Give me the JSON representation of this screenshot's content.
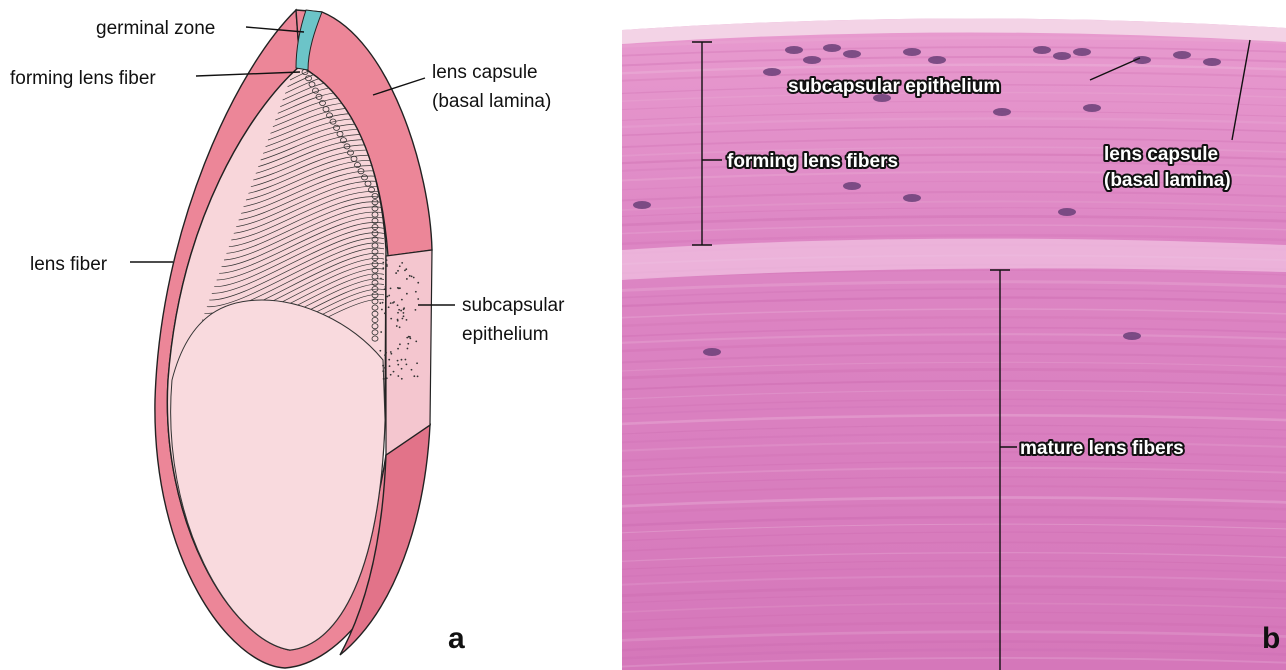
{
  "panel_a": {
    "labels": {
      "germinal_zone": "germinal zone",
      "forming_lens_fiber": "forming lens fiber",
      "lens_capsule_1": "lens capsule",
      "lens_capsule_2": "(basal lamina)",
      "lens_fiber": "lens fiber",
      "subcapsular_1": "subcapsular",
      "subcapsular_2": "epithelium"
    },
    "letter": "a",
    "colors": {
      "capsule": "#ec8698",
      "fibers": "#f8d6da",
      "germinal": "#6cc4c8",
      "outline": "#222222"
    }
  },
  "panel_b": {
    "labels": {
      "subcapsular_epithelium": "subcapsular epithelium",
      "lens_capsule_1": "lens capsule",
      "lens_capsule_2": "(basal lamina)",
      "forming_lens_fibers": "forming lens fibers",
      "mature_lens_fibers": "mature lens fibers"
    },
    "letter": "b",
    "colors": {
      "stain": "#d77ab8",
      "nuclei": "#6a3f78"
    }
  }
}
